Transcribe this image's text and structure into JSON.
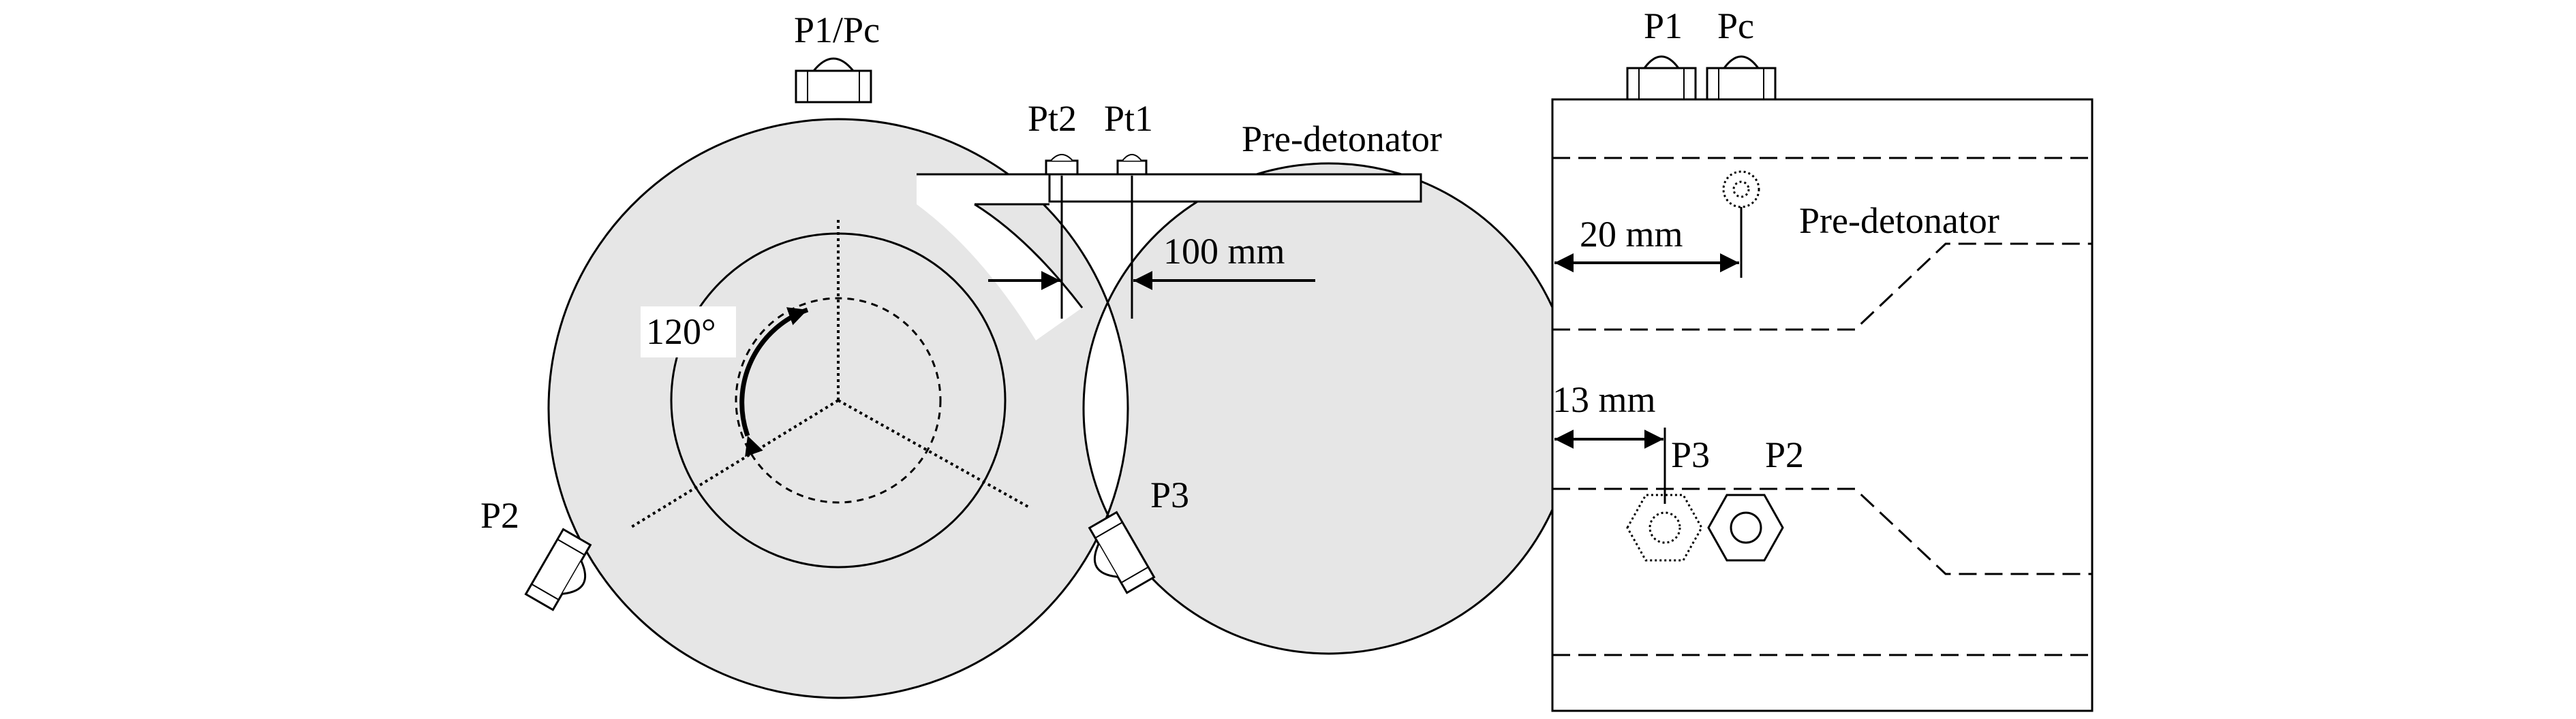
{
  "left_view": {
    "sensor_top": "P1/Pc",
    "sensor_left": "P2",
    "sensor_right": "P3",
    "sensor_pt2": "Pt2",
    "sensor_pt1": "Pt1",
    "predetonator": "Pre-detonator",
    "spacing": "100 mm",
    "angle": "120°"
  },
  "right_view": {
    "sensor_p1": "P1",
    "sensor_pc": "Pc",
    "predetonator": "Pre-detonator",
    "dim_20": "20 mm",
    "dim_13": "13 mm",
    "sensor_p3": "P3",
    "sensor_p2": "P2"
  },
  "colors": {
    "fill_gray": "#e6e6e6",
    "stroke": "#000000"
  }
}
